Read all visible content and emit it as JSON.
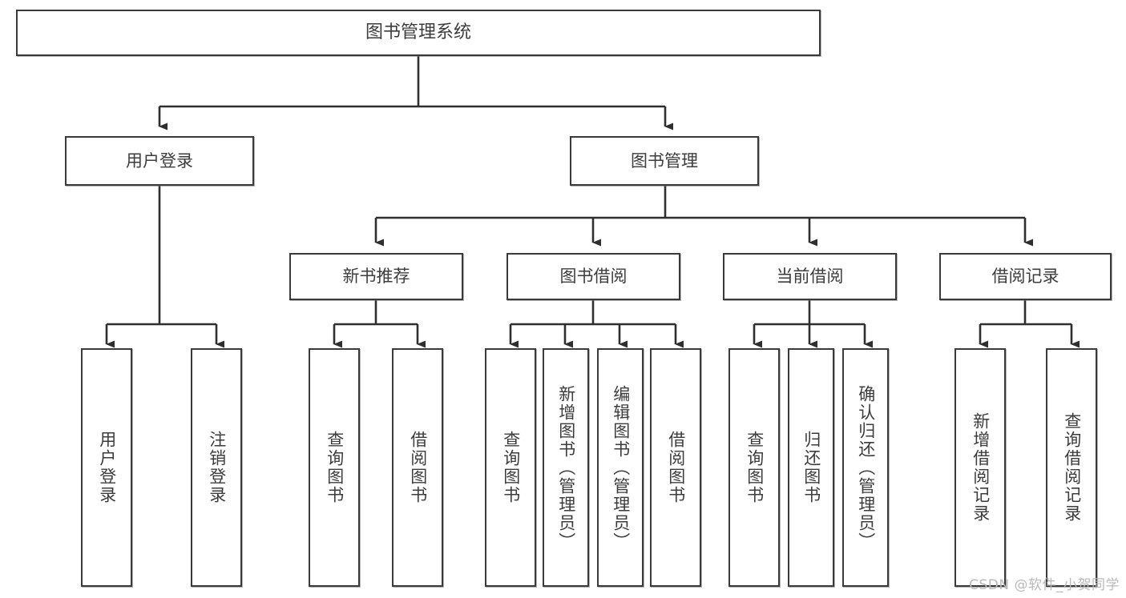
{
  "diagram": {
    "title": "图书管理系统",
    "type": "tree",
    "root": {
      "label": "图书管理系统"
    },
    "level2": [
      {
        "label": "用户登录"
      },
      {
        "label": "图书管理"
      }
    ],
    "level3": [
      {
        "label": "新书推荐"
      },
      {
        "label": "图书借阅"
      },
      {
        "label": "当前借阅"
      },
      {
        "label": "借阅记录"
      }
    ],
    "leaves": {
      "user_login": [
        {
          "label": "用户登录"
        },
        {
          "label": "注销登录"
        }
      ],
      "new_book_recommend": [
        {
          "label": "查询图书"
        },
        {
          "label": "借阅图书"
        }
      ],
      "book_borrow": [
        {
          "label": "查询图书"
        },
        {
          "label": "新增图书（管理员）"
        },
        {
          "label": "编辑图书（管理员）"
        },
        {
          "label": "借阅图书"
        }
      ],
      "current_borrow": [
        {
          "label": "查询图书"
        },
        {
          "label": "归还图书"
        },
        {
          "label": "确认归还（管理员）"
        }
      ],
      "borrow_record": [
        {
          "label": "新增借阅记录"
        },
        {
          "label": "查询借阅记录"
        }
      ]
    }
  },
  "watermark": {
    "text": "CSDN @软件_小贺同学"
  },
  "colors": {
    "stroke": "#3a3a3a",
    "text": "#3c3c3c",
    "background": "#ffffff",
    "watermark": "#b9b9b9"
  }
}
